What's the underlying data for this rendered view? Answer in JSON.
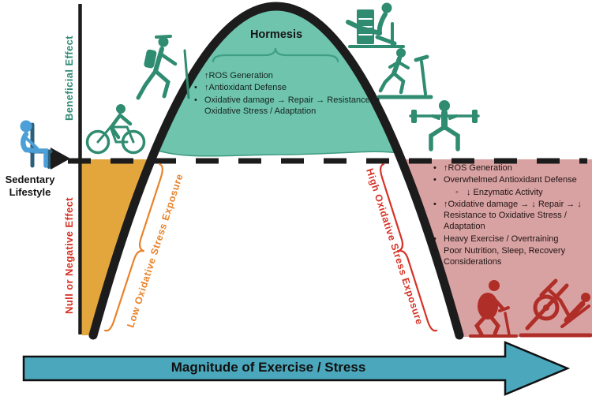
{
  "figure": {
    "y_axis_positive_label": "Beneficial Effect",
    "y_axis_negative_label": "Null or Negative Effect",
    "sedentary_label": "Sedentary Lifestyle",
    "hormesis": {
      "title": "Hormesis",
      "bullets": [
        "↑ROS Generation",
        "↑Antioxidant Defense",
        "Oxidative damage → Repair → Resistance to Oxidative Stress / Adaptation"
      ]
    },
    "high_zone": {
      "items": [
        {
          "level": 1,
          "text": "↑ROS Generation"
        },
        {
          "level": 1,
          "text": "Overwhelmed Antioxidant Defense"
        },
        {
          "level": 2,
          "text": "↓ Enzymatic Activity"
        },
        {
          "level": 1,
          "text": "↑Oxidative damage → ↓ Repair → ↓ Resistance to Oxidative Stress / Adaptation"
        },
        {
          "level": 1,
          "text": "Heavy Exercise / Overtraining"
        },
        {
          "level": 1,
          "text": "Poor Nutrition, Sleep, Recovery Considerations"
        }
      ]
    },
    "low_exposure_label": "Low Oxidative Stress Exposure",
    "high_exposure_label": "High Oxidative Stress Exposure",
    "x_axis_label": "Magnitude of Exercise / Stress",
    "colors": {
      "curve": "#1c1c1c",
      "hormesis_fill": "#6FC4AE",
      "hormesis_edge": "#3D9B80",
      "low_zone_fill": "#E2A63D",
      "high_zone_fill": "#D9A2A2",
      "beneficial_text": "#2E8B74",
      "negative_text": "#D63226",
      "low_text": "#E8832B",
      "high_text": "#D63226",
      "x_arrow_fill": "#4BA7BC",
      "icon_teal": "#2F8C70",
      "icon_red": "#B02E28",
      "icon_blue": "#4C9FD7"
    },
    "icons": [
      "sedentary-person-icon",
      "hiker-icon",
      "cyclist-icon",
      "leg-extension-machine-icon",
      "treadmill-runner-icon",
      "squat-lifter-icon",
      "overweight-runner-icon",
      "leg-press-machine-icon"
    ]
  }
}
